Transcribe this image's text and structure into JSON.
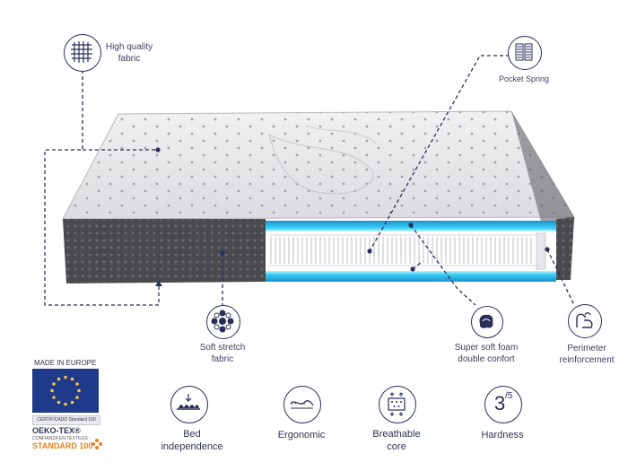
{
  "callouts": {
    "high_quality": "High quality\nfabric",
    "pocket_spring": "Pocket Spring",
    "soft_stretch": "Soft stretch\nfabric",
    "super_soft": "Super soft foam\ndouble confort",
    "perimeter": "Perimeter\nreinforcement"
  },
  "features": [
    {
      "label": "Bed\nindependence",
      "icon": "bed-wave-icon"
    },
    {
      "label": "Ergonomic",
      "icon": "spine-icon"
    },
    {
      "label": "Breathable\ncore",
      "icon": "airflow-icon"
    },
    {
      "label": "Hardness",
      "icon": "hardness-icon"
    }
  ],
  "hardness_value": "3",
  "hardness_max": "/5",
  "badges": {
    "made_in_europe": "MADE IN EUROPE",
    "certificado": "CERTIFICADO Standard 100",
    "oeko_tex": "OEKO-TEX®",
    "confianza": "CONFIANZA EN TEXTILES",
    "standard_100": "STANDARD 100"
  },
  "colors": {
    "navy": "#2a2f57",
    "eu_blue": "#1f3a8a",
    "eu_star": "#f2c744",
    "oeko_orange": "#e8821e",
    "foam_cyan": "#19b8e8"
  }
}
